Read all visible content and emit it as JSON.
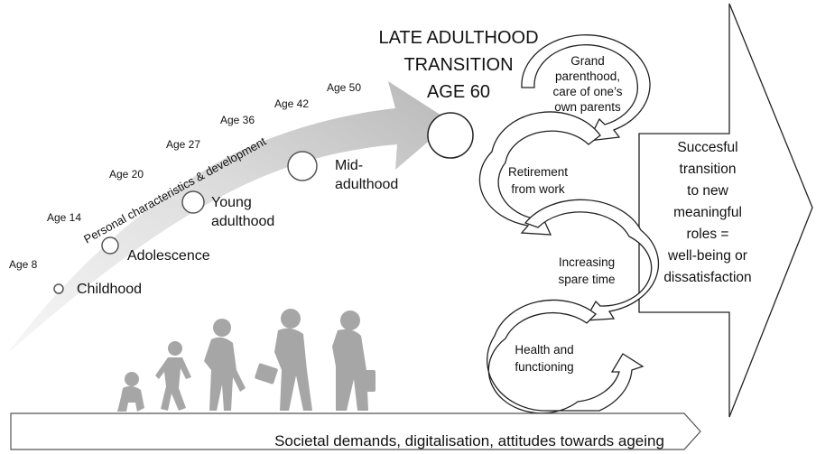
{
  "stages": {
    "childhood": "Childhood",
    "adolescence": "Adolescence",
    "young_1": "Young",
    "young_2": "adulthood",
    "mid_1": "Mid-",
    "mid_2": "adulthood"
  },
  "ages": {
    "a8": "Age 8",
    "a14": "Age 14",
    "a20": "Age 20",
    "a27": "Age 27",
    "a36": "Age 36",
    "a42": "Age 42",
    "a50": "Age 50"
  },
  "arrow_label": "Personal characteristics & development",
  "transition": {
    "line1": "LATE ADULTHOOD",
    "line2": "TRANSITION",
    "line3": "AGE 60"
  },
  "cycle": {
    "grand_1": "Grand",
    "grand_2": "parenthood,",
    "grand_3": "care of one’s",
    "grand_4": "own parents",
    "ret_1": "Retirement",
    "ret_2": "from work",
    "spare_1": "Increasing",
    "spare_2": "spare time",
    "health_1": "Health and",
    "health_2": "functioning"
  },
  "outcome": {
    "l1": "Succesful",
    "l2": "transition",
    "l3": "to new",
    "l4": "meaningful",
    "l5": "roles =",
    "l6": "well-being or",
    "l7": "dissatisfaction"
  },
  "bottom_banner": "Societal demands, digitalisation, attitudes towards ageing",
  "colors": {
    "arrow_gradient_light": "#f4f4f4",
    "arrow_gradient_dark": "#bfbfbf",
    "silhouette": "#a6a6a6",
    "outline": "#222222"
  }
}
